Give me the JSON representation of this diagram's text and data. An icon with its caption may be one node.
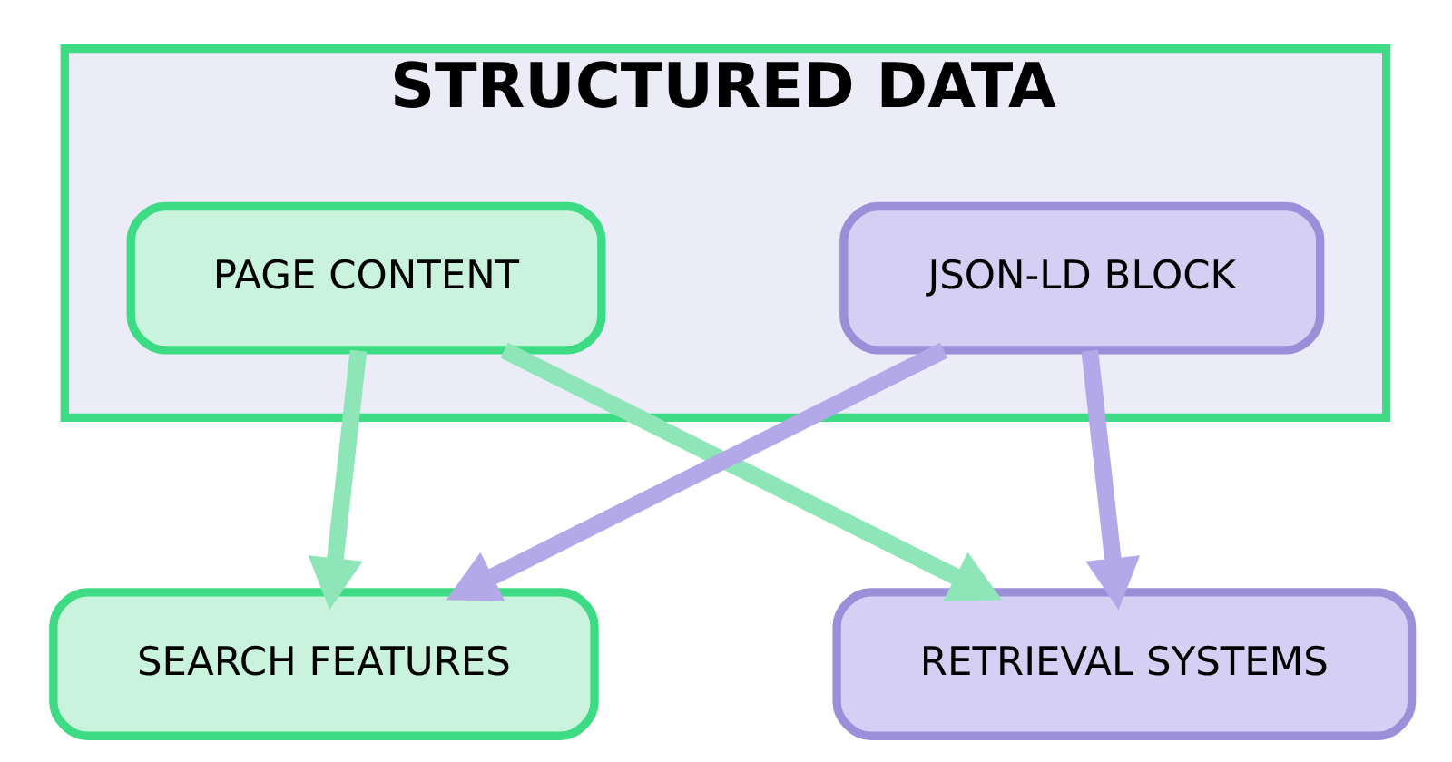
{
  "diagram": {
    "nodes": [
      {
        "text": [
          "STRUCTURED DATA"
        ]
      },
      {
        "text": [
          "PAGE CONTENT"
        ],
        "in": 0
      },
      {
        "text": [
          "JSON-LD BLOCK"
        ],
        "in": 0
      },
      {
        "text": [
          "SEARCH FEATURES"
        ]
      },
      {
        "text": [
          "RETRIEVAL SYSTEMS"
        ]
      }
    ],
    "edges": [
      {
        "from": 1,
        "to": 3,
        "arrow": "to",
        "color": "#8ee6b8"
      },
      {
        "from": 1,
        "to": 4,
        "arrow": "to",
        "color": "#8ee6b8"
      },
      {
        "from": 2,
        "to": 3,
        "arrow": "to",
        "color": "#b4a9e8"
      },
      {
        "from": 2,
        "to": 4,
        "arrow": "to",
        "color": "#b4a9e8"
      }
    ]
  }
}
